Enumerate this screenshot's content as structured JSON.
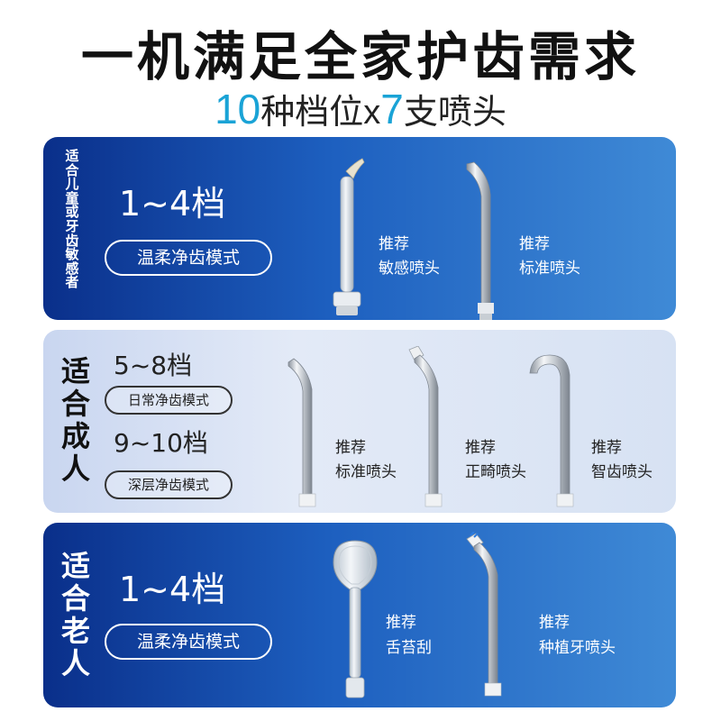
{
  "header": {
    "title": "一机满足全家护齿需求",
    "subtitle_num1": "10",
    "subtitle_text1": "种档位",
    "subtitle_x": "x",
    "subtitle_num2": "7",
    "subtitle_text2": "支喷头"
  },
  "panels": [
    {
      "label": "适合儿童或牙齿敏感者",
      "gears": [
        {
          "level": "1~4档",
          "mode": "温柔净齿模式"
        }
      ],
      "nozzles": [
        {
          "rec": "推荐",
          "name": "敏感喷头"
        },
        {
          "rec": "推荐",
          "name": "标准喷头"
        }
      ]
    },
    {
      "label": "适合成人",
      "gears": [
        {
          "level": "5~8档",
          "mode": "日常净齿模式"
        },
        {
          "level": "9~10档",
          "mode": "深层净齿模式"
        }
      ],
      "nozzles": [
        {
          "rec": "推荐",
          "name": "标准喷头"
        },
        {
          "rec": "推荐",
          "name": "正畸喷头"
        },
        {
          "rec": "推荐",
          "name": "智齿喷头"
        }
      ]
    },
    {
      "label": "适合老人",
      "gears": [
        {
          "level": "1~4档",
          "mode": "温柔净齿模式"
        }
      ],
      "nozzles": [
        {
          "rec": "推荐",
          "name": "舌苔刮"
        },
        {
          "rec": "推荐",
          "name": "种植牙喷头"
        }
      ]
    }
  ],
  "colors": {
    "accent_number": "#1aa3d6",
    "panel_dark": "#0a2f8a",
    "panel_light": "#e3eaf7"
  }
}
